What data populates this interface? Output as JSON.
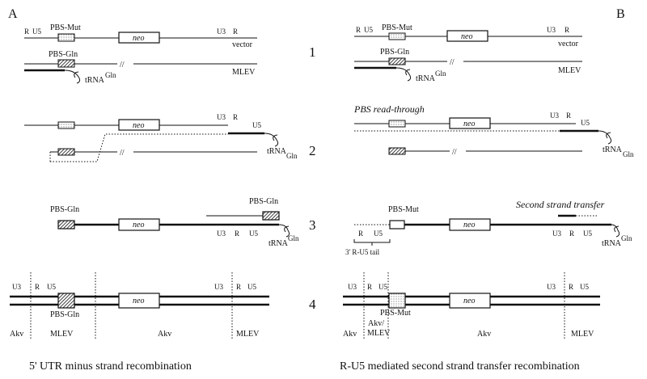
{
  "panels": {
    "left_letter": "A",
    "right_letter": "B",
    "left_caption": "5' UTR minus strand recombination",
    "right_caption": "R-U5 mediated second strand transfer recombination"
  },
  "steps": [
    "1",
    "2",
    "3",
    "4"
  ],
  "labels": {
    "r": "R",
    "u5": "U5",
    "u3": "U3",
    "pbs_mut": "PBS-Mut",
    "pbs_gln": "PBS-Gln",
    "neo": "neo",
    "vector": "vector",
    "mlev": "MLEV",
    "trna": "tRNA",
    "gln": "Gln",
    "slashes": "//",
    "akv": "Akv",
    "akv_slash": "Akv/",
    "pbs_read_through": "PBS read-through",
    "second_strand_transfer": "Second strand transfer",
    "r_u5_tail": "3' R-U5 tail"
  }
}
